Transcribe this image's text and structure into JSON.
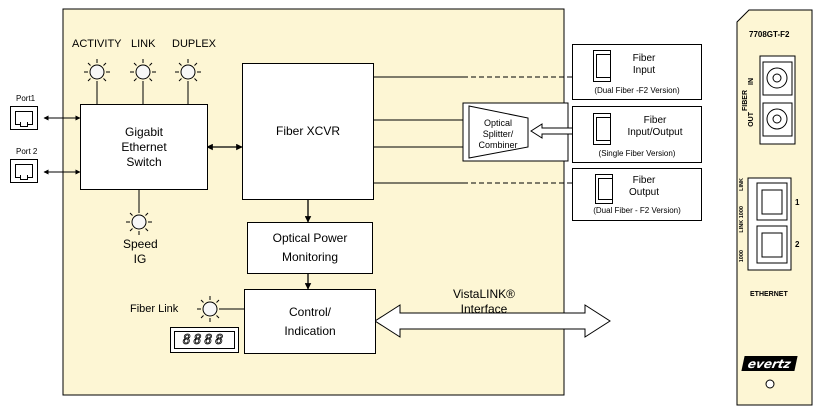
{
  "leds": {
    "activity": "ACTIVITY",
    "link": "LINK",
    "duplex": "DUPLEX",
    "speed": "Speed",
    "speed_sub": "IG",
    "fiber_link": "Fiber Link"
  },
  "ports": {
    "port1": "Port1",
    "port2": "Port 2"
  },
  "blocks": {
    "switch_l1": "Gigabit",
    "switch_l2": "Ethernet",
    "switch_l3": "Switch",
    "xcvr": "Fiber XCVR",
    "monitor_l1": "Optical Power",
    "monitor_l2": "Monitoring",
    "control_l1": "Control/",
    "control_l2": "Indication",
    "display": "8888"
  },
  "vistalink": {
    "l1": "VistaLINK®",
    "l2": "Interface"
  },
  "splitter": {
    "l1": "Optical",
    "l2": "Splitter/",
    "l3": "Combiner"
  },
  "fiber": {
    "input_l1": "Fiber",
    "input_l2": "Input",
    "input_note": "(Dual Fiber -F2 Version)",
    "io_l1": "Fiber",
    "io_l2": "Input/Output",
    "io_note": "(Single Fiber Version)",
    "output_l1": "Fiber",
    "output_l2": "Output",
    "output_note": "(Dual Fiber - F2 Version)"
  },
  "card": {
    "model": "7708GT-F2",
    "in": "IN",
    "fiber": "FIBER",
    "out": "OUT",
    "link": "LINK",
    "link1000": "LINK 1000",
    "s1000": "1000",
    "n1": "1",
    "n2": "2",
    "ethernet": "ETHERNET",
    "brand": "evertz"
  },
  "colors": {
    "panel": "#fdf6d4",
    "led": "#f7f7f7"
  }
}
